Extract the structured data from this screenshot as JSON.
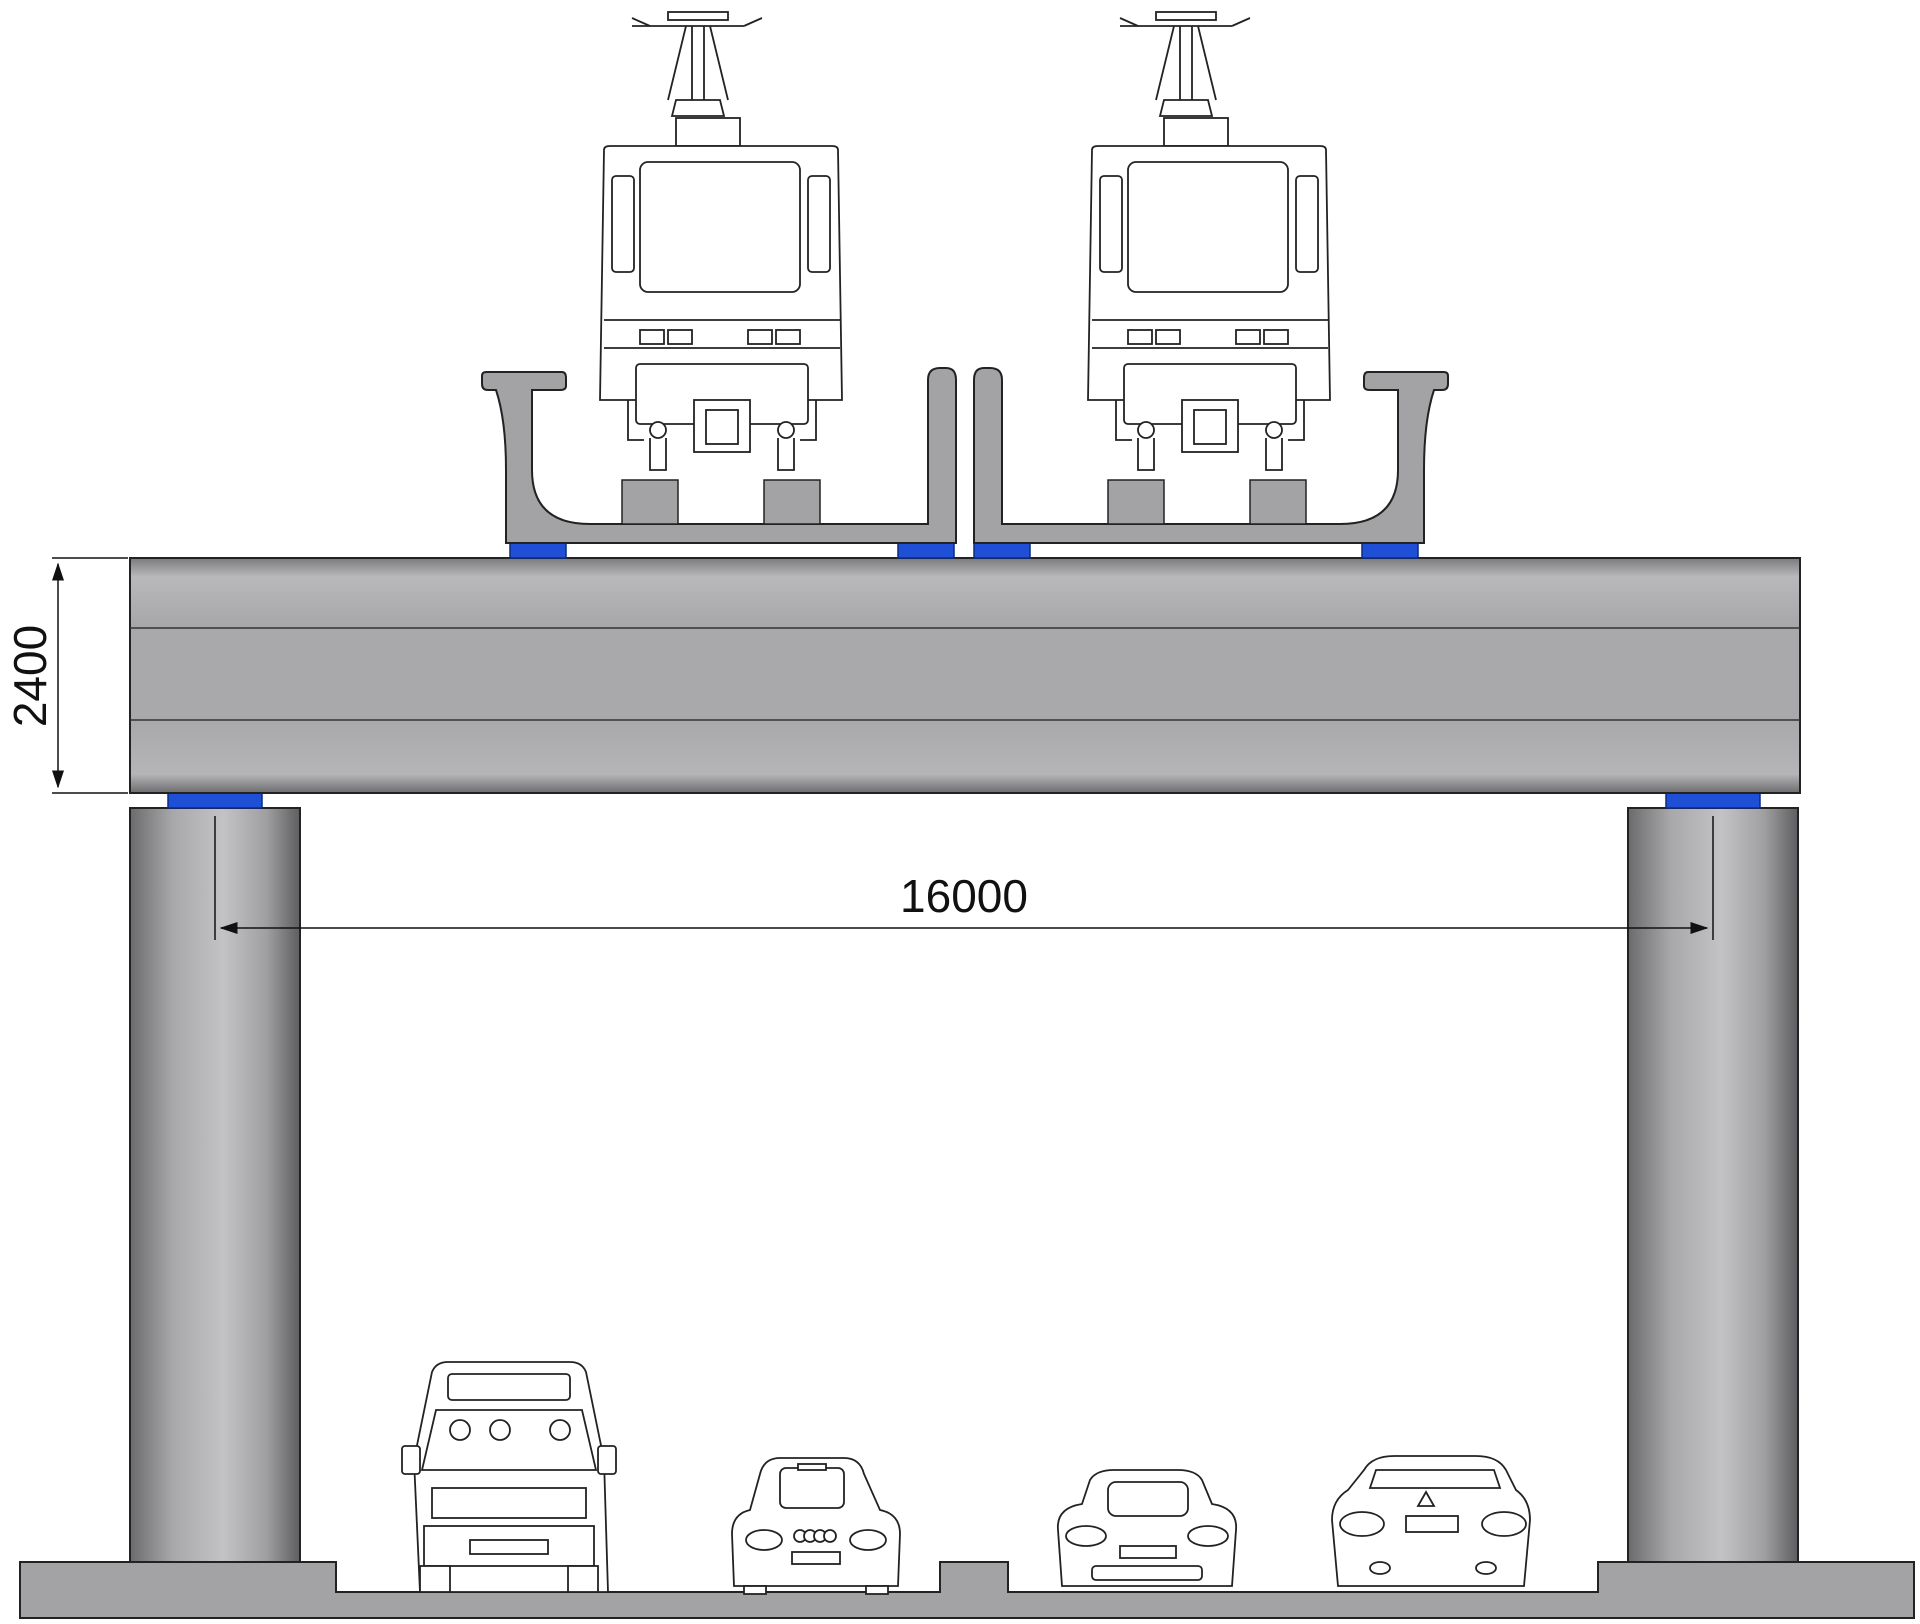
{
  "dimensions": {
    "girder_depth": "2400",
    "pier_span": "16000"
  },
  "colors": {
    "concrete": "#a3a3a5",
    "concrete_dark": "#6f6f72",
    "bearing": "#1f4fd6",
    "line": "#222222"
  },
  "objects": {
    "trains": [
      "tram-left",
      "tram-right"
    ],
    "vehicles": [
      "van",
      "audi-sedan",
      "porsche-coupe",
      "mitsubishi-coupe"
    ]
  }
}
